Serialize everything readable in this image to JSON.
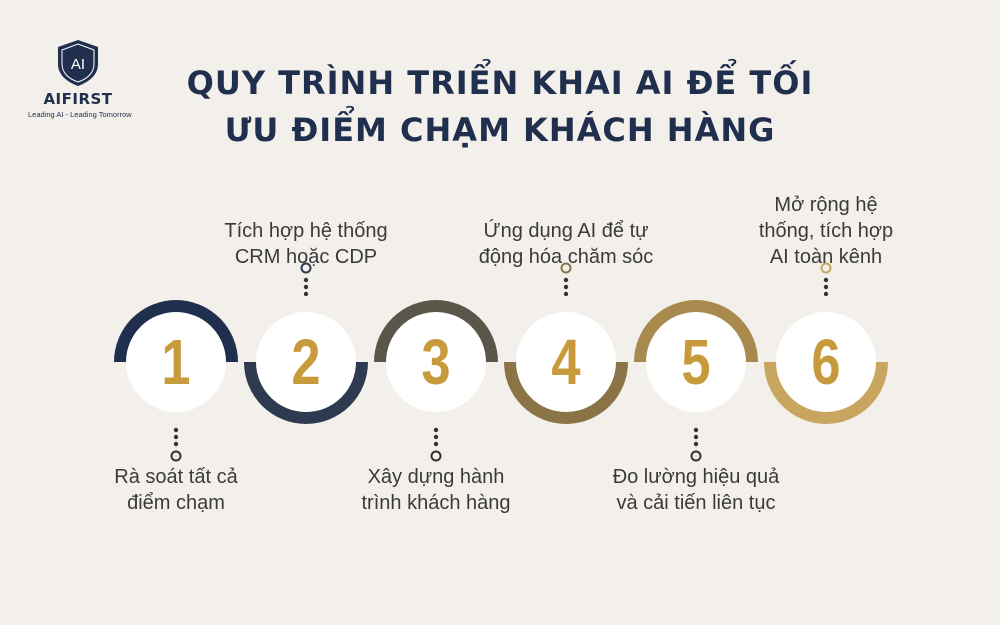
{
  "logo": {
    "mark": "AI",
    "name": "AIFIRST",
    "tagline": "Leading AI - Leading Tomorrow"
  },
  "title": {
    "line1": "QUY TRÌNH TRIỂN KHAI AI ĐỂ TỐI",
    "line2": "ƯU ĐIỂM CHẠM KHÁCH HÀNG"
  },
  "steps": [
    {
      "number": "1",
      "text": "Rà soát tất cả điểm chạm",
      "lines": [
        "Rà soát tất cả",
        "điểm chạm"
      ],
      "color": "#1f2f4d"
    },
    {
      "number": "2",
      "text": "Tích hợp hệ thống CRM hoặc CDP",
      "lines": [
        "Tích hợp hệ thống",
        "CRM hoặc CDP"
      ],
      "color": "#2e3a4f"
    },
    {
      "number": "3",
      "text": "Xây dựng hành trình khách hàng",
      "lines": [
        "Xây dựng hành",
        "trình khách hàng"
      ],
      "color": "#5a564a"
    },
    {
      "number": "4",
      "text": "Ứng dụng AI để tự động hóa chăm sóc",
      "lines": [
        "Ứng dụng AI để tự",
        "động hóa chăm sóc"
      ],
      "color": "#8a7446"
    },
    {
      "number": "5",
      "text": "Đo lường hiệu quả và cải tiến liên tục",
      "lines": [
        "Đo lường hiệu quả",
        "và cải tiến liên tục"
      ],
      "color": "#a88a4e"
    },
    {
      "number": "6",
      "text": "Mở rộng hệ thống, tích hợp AI toàn kênh",
      "lines": [
        "Mở rộng hệ",
        "thống, tích hợp",
        "AI toàn kênh"
      ],
      "color": "#c9a660"
    }
  ],
  "number_color": "#c79a3c"
}
